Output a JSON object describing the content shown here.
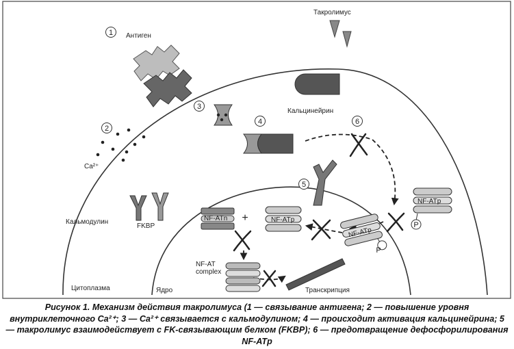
{
  "labels": {
    "antigen": "Антиген",
    "tacrolimus": "Такролимус",
    "calcineurin": "Кальцинейрин",
    "ca2": "Ca²⁺",
    "calmodulin": "Кальмодулин",
    "fkbp": "FKBP",
    "cytoplasm": "Цитоплазма",
    "nucleus": "Ядро",
    "transcription": "Транскрипция",
    "nfat_complex_line1": "NF-AT",
    "nfat_complex_line2": "complex",
    "nfatp": "NF-ATp",
    "nfatn": "NF-ATn",
    "phosphate": "P",
    "plus": "+"
  },
  "steps": [
    "1",
    "2",
    "3",
    "4",
    "5",
    "6"
  ],
  "caption": "Рисунок 1. Механизм действия такролимуса (1 — связывание антигена; 2 — повышение уровня внутриклеточного Ca²⁺; 3 — Ca²⁺ связывается с кальмодулином; 4 — происходит активация кальцинейрина; 5 — такролимус взаимодействует с FK-связывающим белком (FKBP); 6 — предотвращение дефосфорилирования NF-ATр"
}
